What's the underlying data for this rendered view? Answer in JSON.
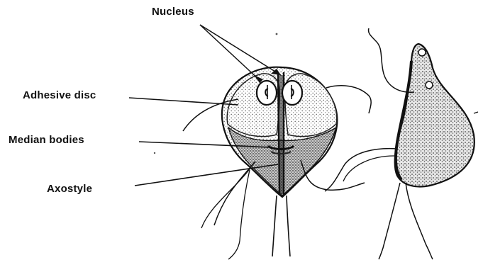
{
  "diagram": {
    "labels": {
      "nucleus": "Nucleus",
      "adhesive_disc": "Adhesive disc",
      "median_bodies": "Median bodies",
      "axostyle": "Axostyle"
    },
    "colors": {
      "ink": "#111111",
      "stipple": "#8a8a8a",
      "background": "#ffffff"
    }
  }
}
